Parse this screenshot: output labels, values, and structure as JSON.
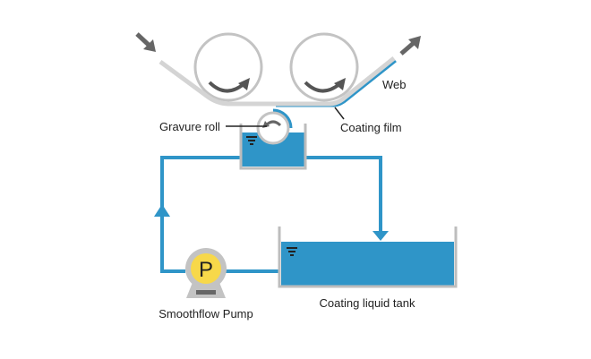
{
  "diagram": {
    "title": "Gravure coating process",
    "labels": {
      "web": "Web",
      "coating_film": "Coating film",
      "gravure_roll": "Gravure roll",
      "pump": "Smoothflow Pump",
      "pump_symbol": "P",
      "tank": "Coating liquid tank"
    },
    "colors": {
      "liquid": "#2f95c8",
      "roll": "#c3c3c3",
      "web": "#d4d4d4",
      "arrow": "#666666",
      "pump_yellow": "#f7d84a",
      "text": "#222222"
    }
  }
}
